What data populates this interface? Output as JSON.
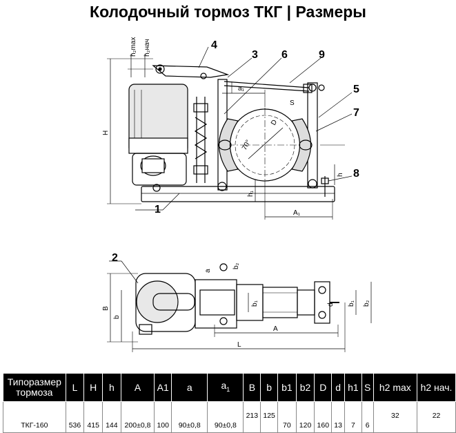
{
  "title": "Колодочный тормоз ТКГ | Размеры",
  "drawing": {
    "callouts": [
      "4",
      "3",
      "6",
      "9",
      "5",
      "7",
      "8",
      "1",
      "2"
    ],
    "dims": {
      "h2max": "h₂max",
      "h2nach": "h₂нач",
      "H": "H",
      "a1": "a₁",
      "D": "D",
      "S": "S",
      "angle": "70°",
      "h1": "h₁",
      "h": "h",
      "A1": "A₁",
      "a": "a",
      "b2": "b₂",
      "B": "B",
      "b": "b",
      "b1": "b₁",
      "d": "d",
      "A": "A",
      "L": "L"
    }
  },
  "table": {
    "headers": [
      "Типоразмер тормоза",
      "L",
      "H",
      "h",
      "A",
      "A1",
      "a",
      "a1",
      "B",
      "b",
      "b1",
      "b2",
      "D",
      "d",
      "h1",
      "S",
      "h2 max",
      "h2 нач."
    ],
    "row": [
      "ТКГ-160",
      "536",
      "415",
      "144",
      "200±0,8",
      "100",
      "90±0,8",
      "90±0,8",
      "213",
      "125",
      "70",
      "120",
      "160",
      "13",
      "7",
      "6",
      "32",
      "22"
    ]
  }
}
